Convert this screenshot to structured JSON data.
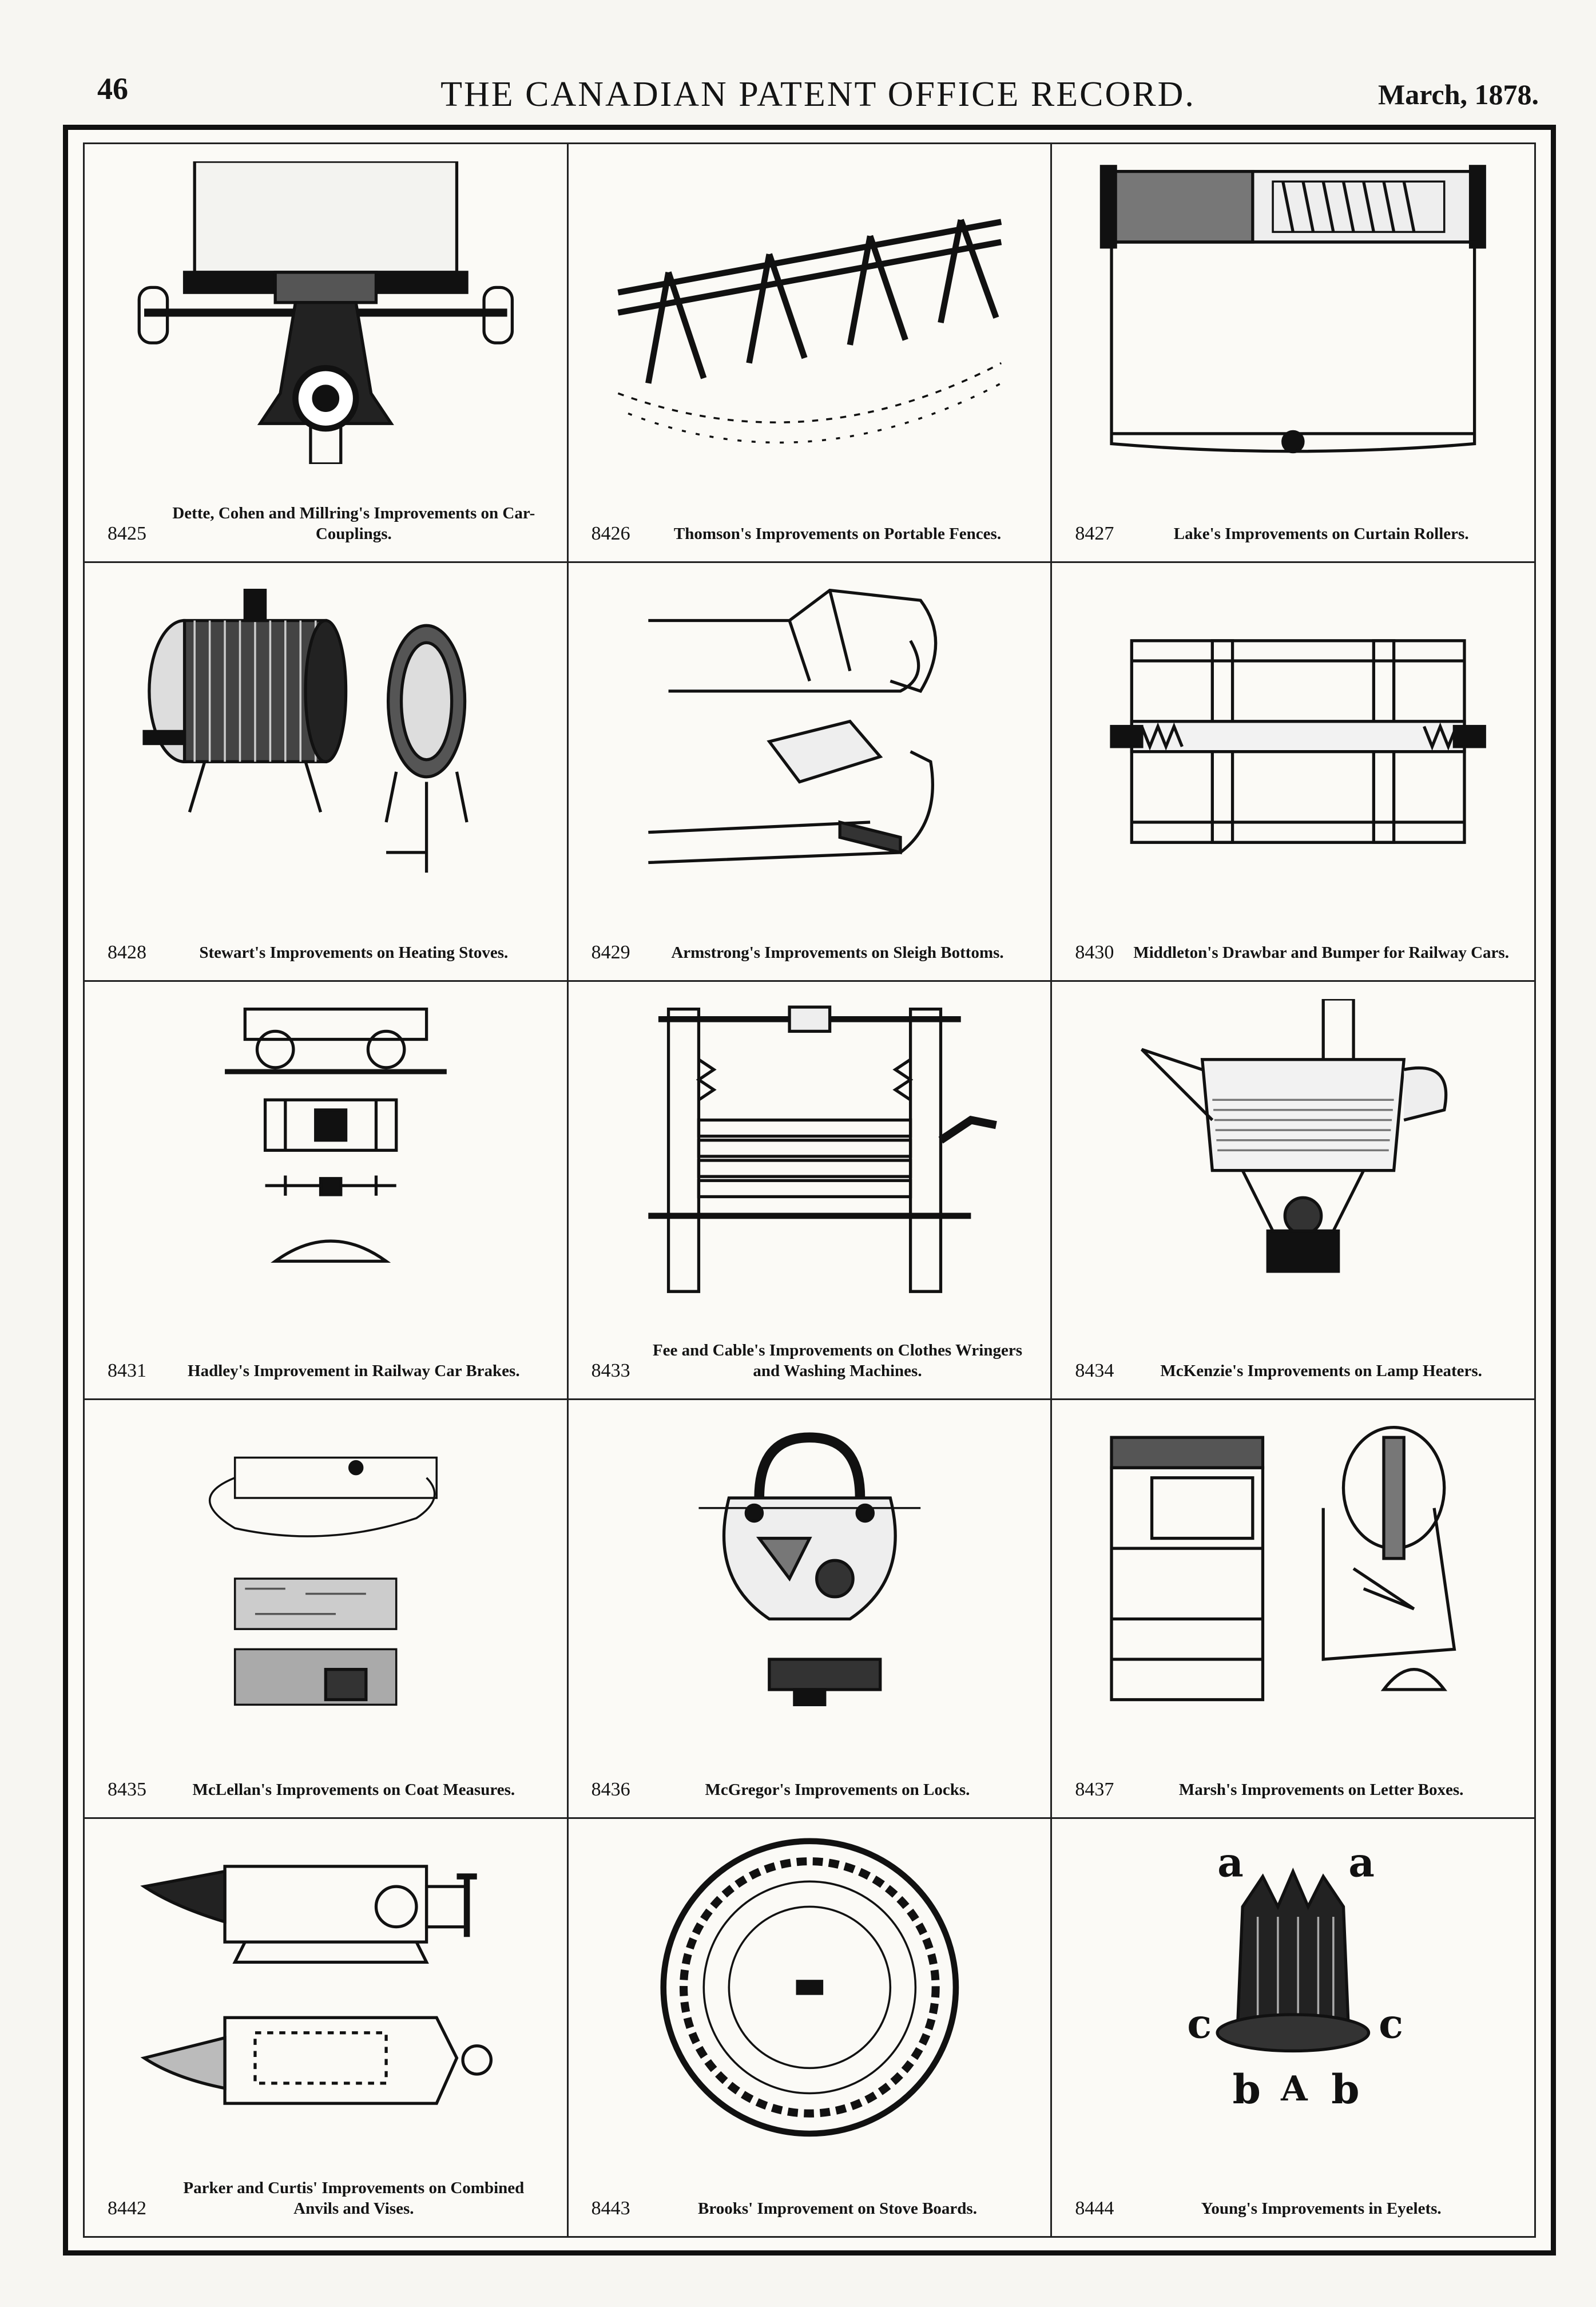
{
  "header": {
    "page_number": "46",
    "title": "THE CANADIAN PATENT OFFICE RECORD.",
    "date": "March, 1878."
  },
  "patents": [
    {
      "number": "8425",
      "caption": "Dette, Cohen and Millring's Improvements on Car-Couplings."
    },
    {
      "number": "8426",
      "caption": "Thomson's Improvements on Portable Fences."
    },
    {
      "number": "8427",
      "caption": "Lake's Improvements on Curtain Rollers."
    },
    {
      "number": "8428",
      "caption": "Stewart's Improvements on Heating Stoves."
    },
    {
      "number": "8429",
      "caption": "Armstrong's Improvements on Sleigh Bottoms."
    },
    {
      "number": "8430",
      "caption": "Middleton's Drawbar and Bumper for Railway Cars."
    },
    {
      "number": "8431",
      "caption": "Hadley's Improvement in Railway Car Brakes."
    },
    {
      "number": "8433",
      "caption": "Fee and Cable's Improvements on Clothes Wringers and Washing Machines."
    },
    {
      "number": "8434",
      "caption": "McKenzie's Improvements on Lamp Heaters."
    },
    {
      "number": "8435",
      "caption": "McLellan's Improvements on Coat Measures."
    },
    {
      "number": "8436",
      "caption": "McGregor's Improvements on Locks."
    },
    {
      "number": "8437",
      "caption": "Marsh's Improvements on Letter Boxes."
    },
    {
      "number": "8442",
      "caption": "Parker and Curtis' Improvements on Combined Anvils and Vises."
    },
    {
      "number": "8443",
      "caption": "Brooks' Improvement on Stove Boards."
    },
    {
      "number": "8444",
      "caption": "Young's Improvements in Eyelets."
    }
  ],
  "figure_labels": {
    "eyelet": {
      "top_left": "a",
      "top_right": "a",
      "left": "c",
      "right": "c",
      "bottom_left": "b",
      "bottom_center": "A",
      "bottom_right": "b"
    }
  }
}
